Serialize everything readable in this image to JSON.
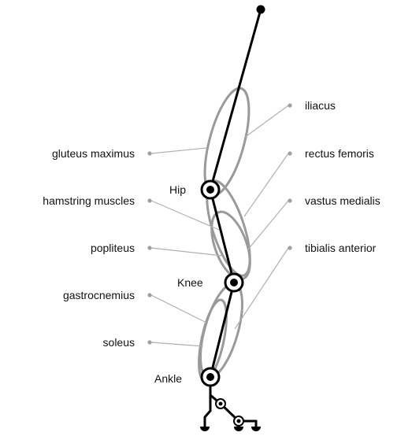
{
  "labels": {
    "left": {
      "gluteus_maximus": "gluteus maximus",
      "hamstring_muscles": "hamstring muscles",
      "popliteus": "popliteus",
      "gastrocnemius": "gastrocnemius",
      "soleus": "soleus"
    },
    "right": {
      "iliacus": "iliacus",
      "rectus_femoris": "rectus femoris",
      "vastus_medialis": "vastus medialis",
      "tibialis_anterior": "tibialis anterior"
    },
    "joints": {
      "hip": "Hip",
      "knee": "Knee",
      "ankle": "Ankle"
    }
  },
  "colors": {
    "limb": "#000000",
    "muscle_outline": "#9a9a9a",
    "leader_line": "#b0b0b0"
  }
}
